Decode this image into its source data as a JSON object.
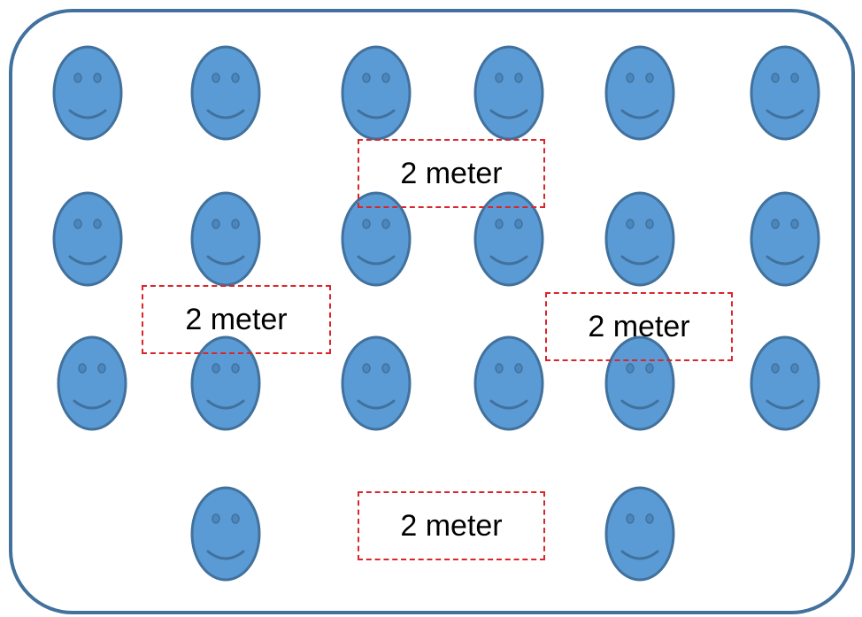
{
  "labels": {
    "spacing_top": "2 meter",
    "spacing_left": "2 meter",
    "spacing_right": "2 meter",
    "spacing_bottom": "2 meter"
  },
  "faces": {
    "count": 21,
    "icon": "smiley-face-icon",
    "fill_color": "#5b9bd5",
    "stroke_color": "#41719c"
  },
  "colors": {
    "frame_border": "#41719c",
    "label_border": "#d9262b",
    "label_text": "#000000"
  }
}
